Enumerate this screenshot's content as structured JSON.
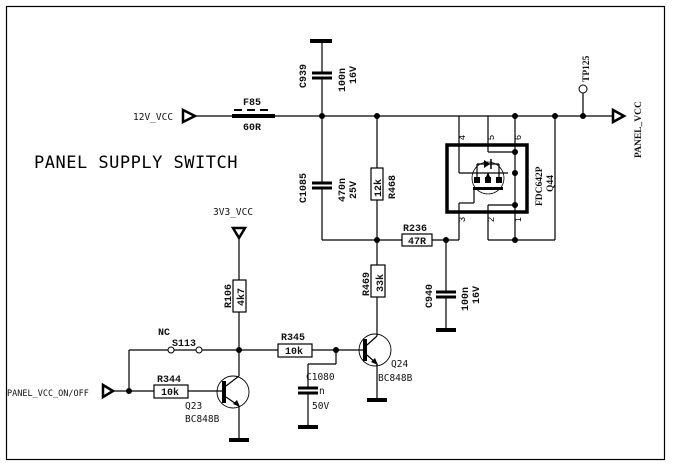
{
  "title": "PANEL SUPPLY SWITCH",
  "nets": {
    "in_12v": "12V_VCC",
    "in_3v3": "3V3_VCC",
    "out_panel": "PANEL_VCC",
    "control": "PANEL_VCC_ON/OFF"
  },
  "components": {
    "F85": {
      "ref": "F85",
      "value": "60R"
    },
    "C939": {
      "ref": "C939",
      "value": "100n",
      "rating": "16V"
    },
    "C1085": {
      "ref": "C1085",
      "value": "470n",
      "rating": "25V"
    },
    "R468": {
      "ref": "R468",
      "value": "12k"
    },
    "R236": {
      "ref": "R236",
      "value": "47R"
    },
    "C940": {
      "ref": "C940",
      "value": "100n",
      "rating": "16V"
    },
    "R469": {
      "ref": "R469",
      "value": "33k"
    },
    "Q44": {
      "ref": "Q44",
      "part": "FDC642P",
      "pins": [
        "1",
        "2",
        "3",
        "4",
        "5",
        "6"
      ]
    },
    "TP125": {
      "ref": "TP125"
    },
    "R106": {
      "ref": "R106",
      "value": "4k7"
    },
    "S113": {
      "ref": "S113",
      "note": "NC"
    },
    "R344": {
      "ref": "R344",
      "value": "10k"
    },
    "R345": {
      "ref": "R345",
      "value": "10k"
    },
    "C1080": {
      "ref": "C1080",
      "value": "n",
      "rating": "50V"
    },
    "Q23": {
      "ref": "Q23",
      "part": "BC848B"
    },
    "Q24": {
      "ref": "Q24",
      "part": "BC848B"
    }
  },
  "icons": {
    "port_arrow": "port-arrow-icon",
    "ground": "ground-bar-icon",
    "junction": "junction-dot-icon",
    "test_point": "test-point-icon"
  }
}
